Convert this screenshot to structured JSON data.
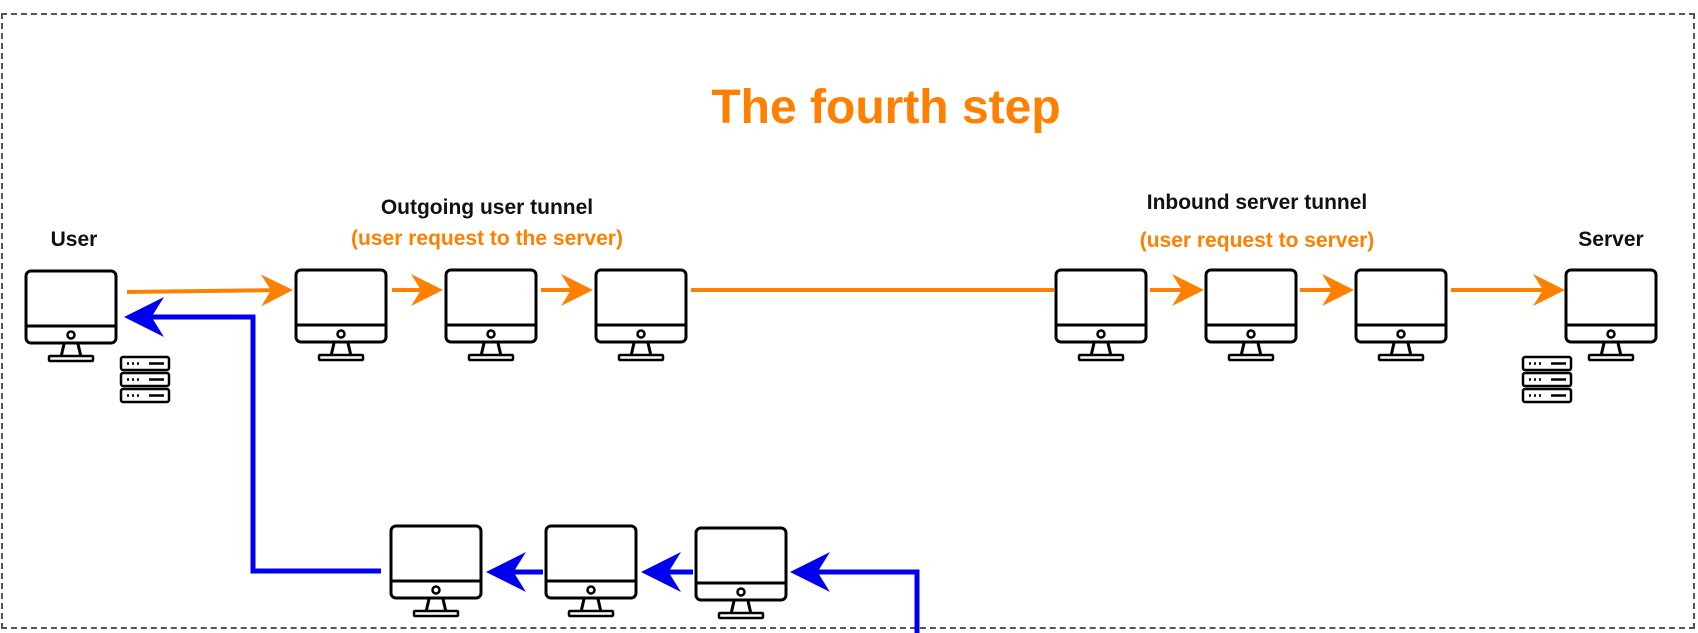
{
  "title": "The fourth step",
  "labels": {
    "user": "User",
    "server": "Server",
    "outgoing_tunnel": "Outgoing user tunnel",
    "outgoing_tunnel_note": "(user request to the server)",
    "inbound_tunnel": "Inbound server tunnel",
    "inbound_tunnel_note": "(user request to server)"
  },
  "colors": {
    "request_flow": "#FF8000",
    "response_flow": "#0000EE",
    "node_outline": "#000000",
    "frame": "#555555"
  },
  "nodes": [
    {
      "id": "user-computer",
      "icon": "desktop-computer-icon",
      "role": "User"
    },
    {
      "id": "user-database",
      "icon": "server-rack-icon"
    },
    {
      "id": "outgoing-hop-1",
      "icon": "desktop-computer-icon"
    },
    {
      "id": "outgoing-hop-2",
      "icon": "desktop-computer-icon"
    },
    {
      "id": "outgoing-hop-3",
      "icon": "desktop-computer-icon"
    },
    {
      "id": "inbound-hop-1",
      "icon": "desktop-computer-icon"
    },
    {
      "id": "inbound-hop-2",
      "icon": "desktop-computer-icon"
    },
    {
      "id": "inbound-hop-3",
      "icon": "desktop-computer-icon"
    },
    {
      "id": "server-computer",
      "icon": "desktop-computer-icon",
      "role": "Server"
    },
    {
      "id": "server-database",
      "icon": "server-rack-icon"
    },
    {
      "id": "return-hop-1",
      "icon": "desktop-computer-icon"
    },
    {
      "id": "return-hop-2",
      "icon": "desktop-computer-icon"
    },
    {
      "id": "return-hop-3",
      "icon": "desktop-computer-icon"
    }
  ],
  "edges": [
    {
      "from": "user-computer",
      "to": "outgoing-hop-1",
      "color": "request_flow"
    },
    {
      "from": "outgoing-hop-1",
      "to": "outgoing-hop-2",
      "color": "request_flow"
    },
    {
      "from": "outgoing-hop-2",
      "to": "outgoing-hop-3",
      "color": "request_flow"
    },
    {
      "from": "outgoing-hop-3",
      "to": "inbound-hop-1",
      "color": "request_flow"
    },
    {
      "from": "inbound-hop-1",
      "to": "inbound-hop-2",
      "color": "request_flow"
    },
    {
      "from": "inbound-hop-2",
      "to": "inbound-hop-3",
      "color": "request_flow"
    },
    {
      "from": "inbound-hop-3",
      "to": "server-computer",
      "color": "request_flow"
    },
    {
      "from": "return-hop-3",
      "to": "return-hop-2",
      "color": "response_flow"
    },
    {
      "from": "return-hop-2",
      "to": "return-hop-1",
      "color": "response_flow"
    },
    {
      "from": "return-hop-1",
      "to": "user-computer",
      "color": "response_flow"
    }
  ]
}
